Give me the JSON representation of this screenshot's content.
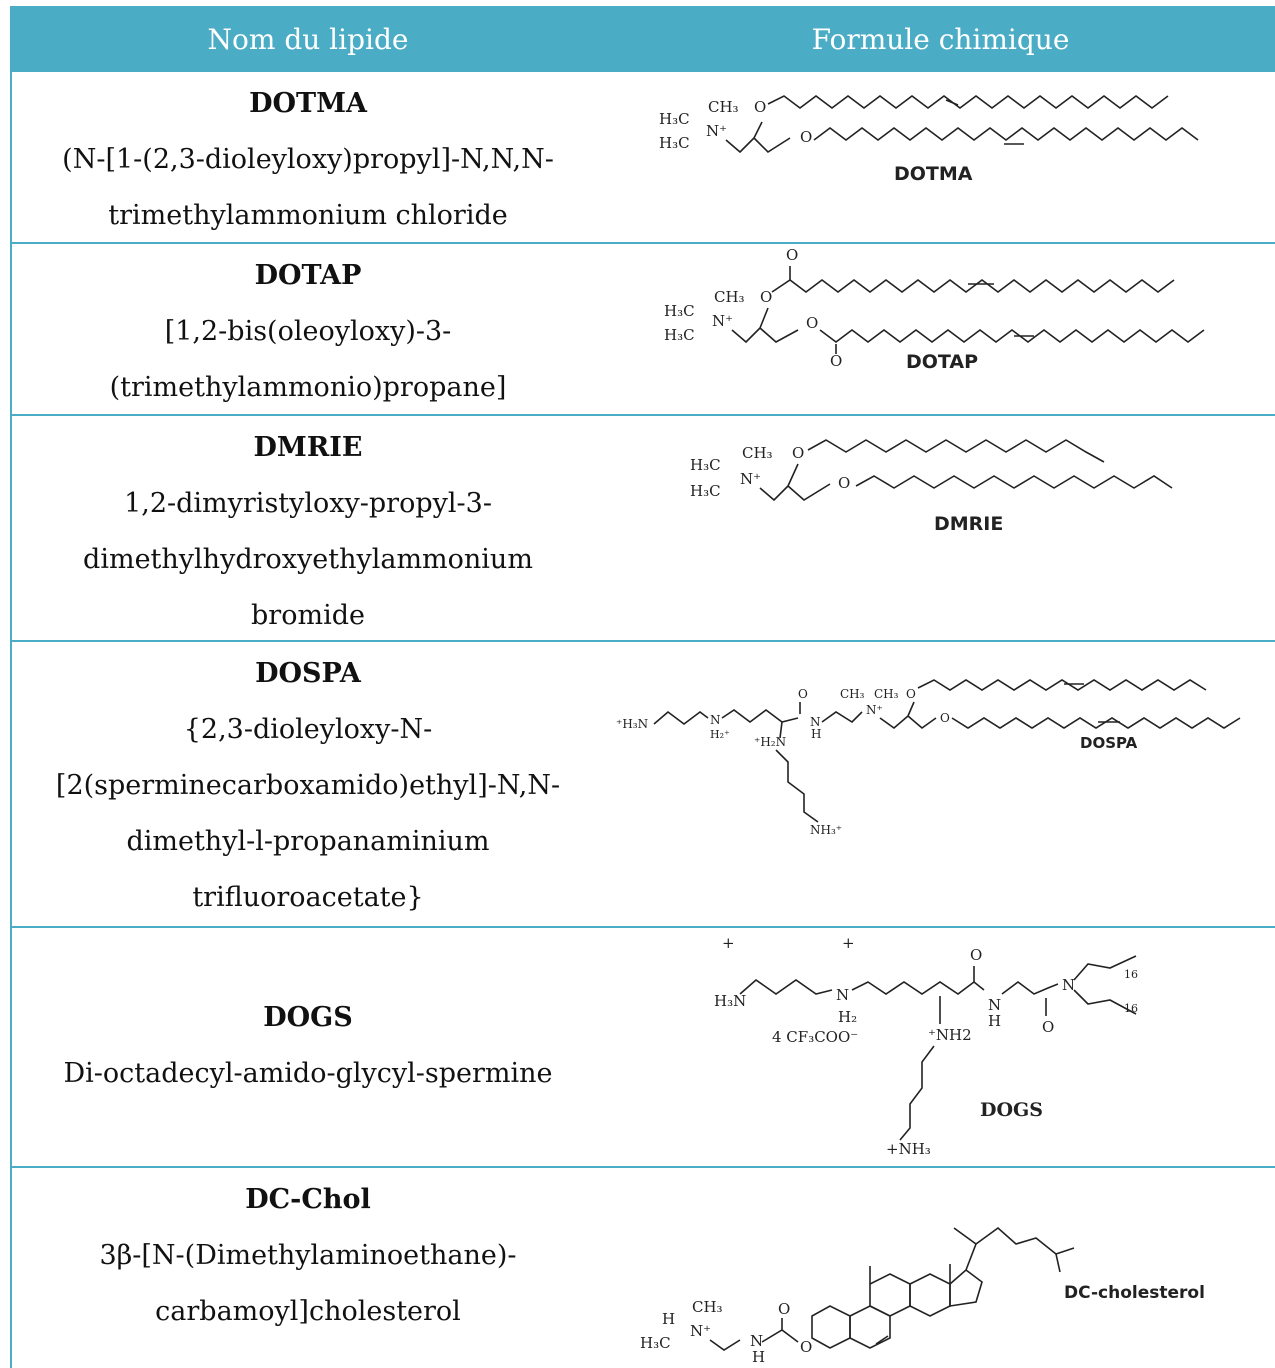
{
  "header": {
    "col1": "Nom du lipide",
    "col2": "Formule chimique"
  },
  "rows": [
    {
      "name": "DOTMA",
      "lines": [
        "(N-[1-(2,3-dioleyloxy)propyl]-N,N,N-",
        "trimethylammonium chloride"
      ],
      "structure_label": "DOTMA"
    },
    {
      "name": "DOTAP",
      "lines": [
        "[1,2-bis(oleoyloxy)-3-",
        "(trimethylammonio)propane]"
      ],
      "structure_label": "DOTAP"
    },
    {
      "name": "DMRIE",
      "lines": [
        "1,2-dimyristyloxy-propyl-3-",
        "dimethylhydroxyethylammonium",
        "bromide"
      ],
      "structure_label": "DMRIE"
    },
    {
      "name": "DOSPA",
      "lines": [
        "{2,3-dioleyloxy-N-",
        "[2(sperminecarboxamido)ethyl]-N,N-",
        "dimethyl-l-propanaminium",
        "trifluoroacetate}"
      ],
      "structure_label": "DOSPA"
    },
    {
      "name": "DOGS",
      "lines": [
        "Di-octadecyl-amido-glycyl-spermine"
      ],
      "structure_label": "DOGS"
    },
    {
      "name": "DC-Chol",
      "lines": [
        "3β-[N-(Dimethylaminoethane)-",
        "carbamoyl]cholesterol"
      ],
      "structure_label": "DC-cholesterol"
    }
  ],
  "atoms": {
    "h3c": "H₃C",
    "ch3": "CH₃",
    "nplus": "N⁺",
    "o": "O",
    "n": "N",
    "h": "H",
    "h3n_plus": "⁺H₃N",
    "h2_plus": "H₂⁺",
    "h2n_plus": "⁺H₂N",
    "nh3_plus": "NH₃⁺",
    "h3n": "H₃N",
    "plus": "+",
    "h2": "H₂",
    "tfa": "4 CF₃COO⁻",
    "nh2": "⁺NH2",
    "nh3_b": "+NH₃",
    "sub16": "16",
    "h_": "H"
  }
}
